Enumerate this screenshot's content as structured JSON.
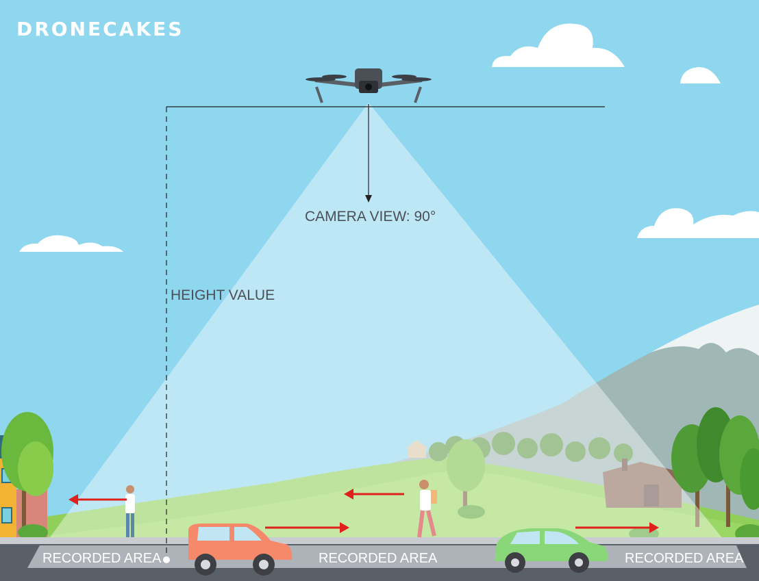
{
  "brand": {
    "logo_text": "DRONECAKES"
  },
  "labels": {
    "camera_view": "CAMERA VIEW: 90°",
    "height_value": "HEIGHT VALUE",
    "recorded_area_left": "RECORDED AREA",
    "recorded_area_center": "RECORDED AREA",
    "recorded_area_right": "RECORDED AREA"
  },
  "colors": {
    "sky": "#8fd6ef",
    "hill": "#8fcf5a",
    "road": "#5a6068",
    "arrow": "#e0201b",
    "car_left": "#f7896b",
    "car_right": "#8ad77a"
  }
}
